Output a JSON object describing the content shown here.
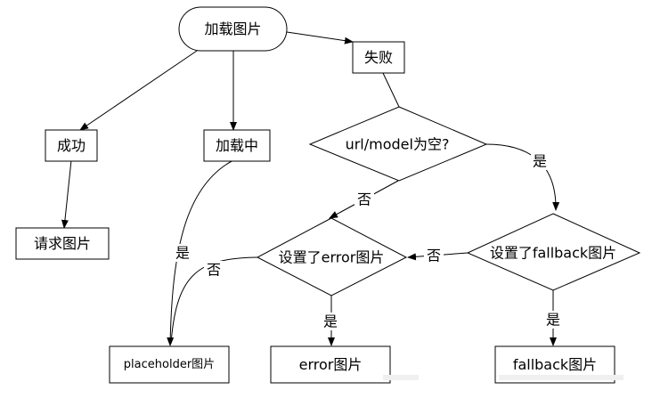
{
  "nodes": {
    "load_image": "加载图片",
    "failure": "失败",
    "success": "成功",
    "loading": "加载中",
    "url_model_empty": "url/model为空?",
    "request_image": "请求图片",
    "error_image_set": "设置了error图片",
    "fallback_image_set": "设置了fallback图片",
    "placeholder_image": "placeholder图片",
    "error_image": "error图片",
    "fallback_image": "fallback图片"
  },
  "edge_labels": {
    "empty_yes": "是",
    "empty_no": "否",
    "fallback_yes": "是",
    "fallback_no": "否",
    "error_yes": "是",
    "error_no": "否",
    "loading_yes": "是"
  }
}
